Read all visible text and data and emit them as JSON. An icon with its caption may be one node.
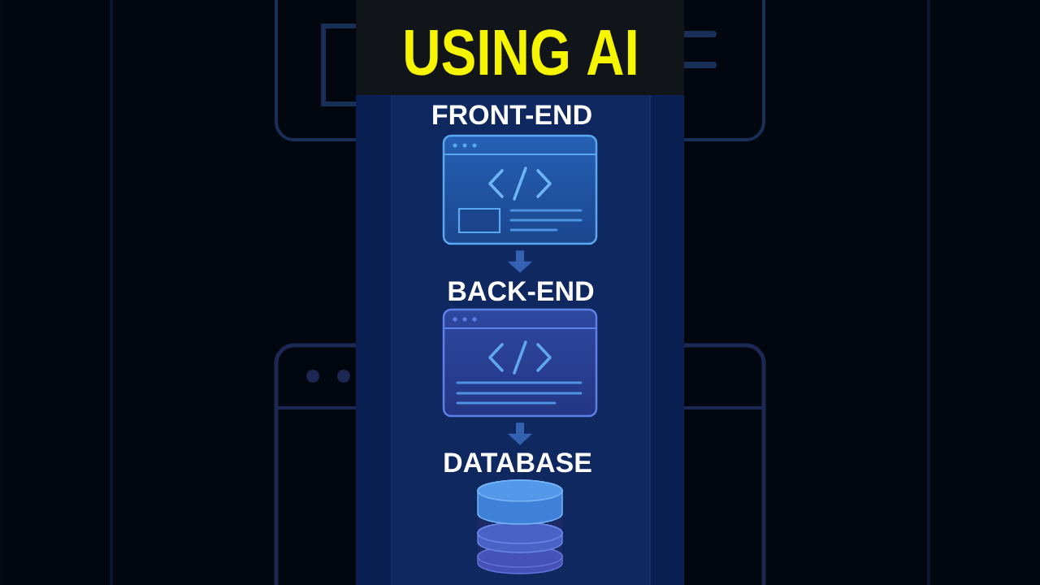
{
  "diagram": {
    "title": "USING AI",
    "nodes": [
      {
        "text": [
          "FRONT-END"
        ]
      },
      {
        "text": [
          "BACK-END"
        ]
      },
      {
        "text": [
          "DATABASE"
        ]
      }
    ],
    "edges": [
      {
        "from": 0,
        "to": 1,
        "arrow": "to"
      },
      {
        "from": 1,
        "to": 2,
        "arrow": "to"
      }
    ]
  }
}
